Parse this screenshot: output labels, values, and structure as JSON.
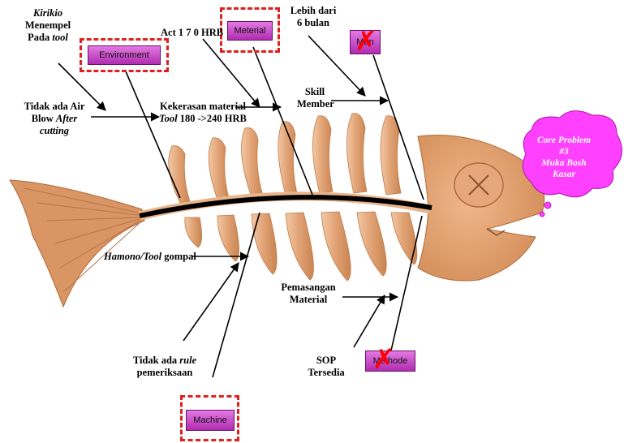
{
  "core_problem": {
    "line1": "Core Problem",
    "line2": "#3",
    "line3": "Muka Bosh",
    "line4": "Kasar"
  },
  "categories": {
    "environment": "Environment",
    "material": "Meterial",
    "man": "Man",
    "machine": "Machine",
    "methode": "Methode"
  },
  "causes": {
    "kirikio_italic": "Kirikio",
    "kirikio_line2": "Menempel",
    "kirikio_line3_pre": "Pada ",
    "kirikio_line3_italic": "tool",
    "air_line1": "Tidak ada Air",
    "air_line2_pre": "Blow ",
    "air_line2_italic": "After",
    "air_line3_italic": "cutting",
    "act": "Act  1 7 0 HRB",
    "kekerasan_line1": "Kekerasan material",
    "kekerasan_line2_italic": "Tool",
    "kekerasan_line2_rest": " 180 ->240 HRB",
    "lebih_line1": "Lebih dari",
    "lebih_line2": "6 bulan",
    "skill_line1": "Skill",
    "skill_line2": "Member",
    "hamono_italic": "Hamono/Tool",
    "hamono_rest": " gompal",
    "rule_line1_pre": "Tidak ada ",
    "rule_line1_italic": "rule",
    "rule_line2": "pemeriksaan",
    "pemasangan_line1": "Pemasangan",
    "pemasangan_line2": "Material",
    "sop_line1": "SOP",
    "sop_line2": "Tersedia"
  },
  "colors": {
    "fish": "#e0a173",
    "fish_dark": "#b06a3a",
    "spine": "#000000",
    "cloud": "#ff40ff",
    "category_box": "#d45cd4",
    "dashed_highlight": "#e02020",
    "cross": "#ff0000"
  },
  "marks": {
    "crossed_out": [
      "man",
      "methode"
    ],
    "highlighted": [
      "environment",
      "material",
      "machine"
    ]
  }
}
